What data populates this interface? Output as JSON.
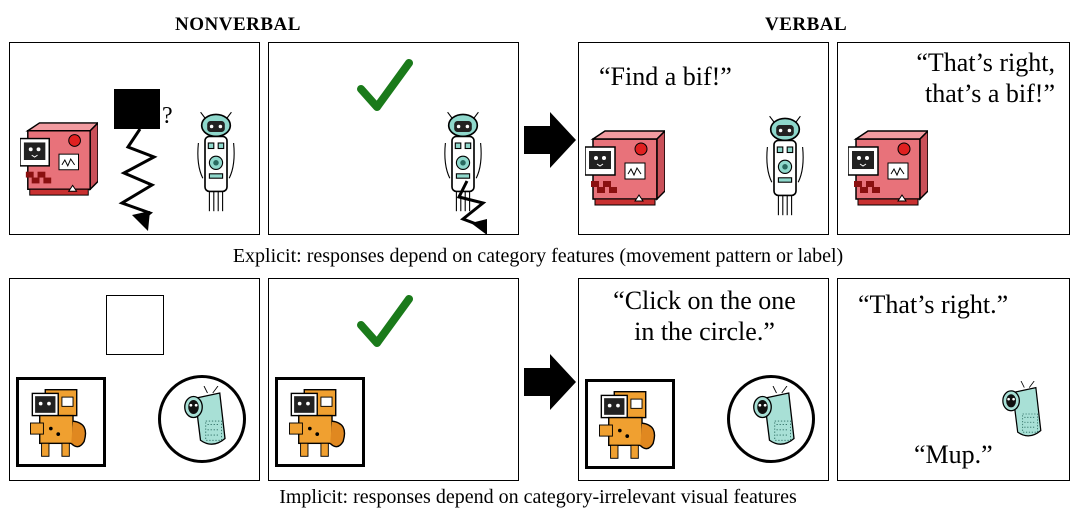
{
  "headings": {
    "left": "NONVERBAL",
    "right": "VERBAL"
  },
  "row1": {
    "question_mark": "?",
    "quote_find": "“Find a bif!”",
    "quote_right_line1": "“That’s right,",
    "quote_right_line2": "that’s a bif!”",
    "caption": "Explicit: responses depend on category features (movement pattern or label)"
  },
  "row2": {
    "quote_click_line1": "“Click on the one",
    "quote_click_line2": "in the circle.”",
    "quote_thats_right": "“That’s right.”",
    "quote_mup": "“Mup.”",
    "caption": "Implicit: responses depend on category-irrelevant visual features"
  },
  "colors": {
    "red_robot": "#e8727a",
    "teal_robot": "#8fd8cc",
    "orange_robot": "#f0a030",
    "checkmark": "#1a7a1a"
  }
}
